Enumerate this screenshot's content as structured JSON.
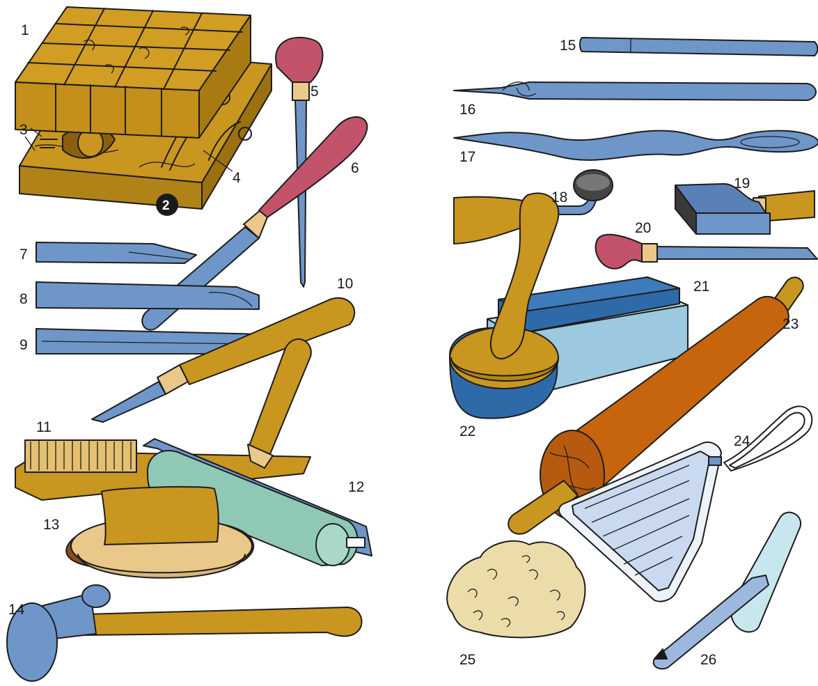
{
  "colors": {
    "wood": "#c9961f",
    "wood_dark": "#a57a14",
    "steel": "#6f96c9",
    "steel_light": "#9db8de",
    "handle_red": "#c2536a",
    "roller_teal": "#8fc9b5",
    "rolling_pin": "#c7650f",
    "stone_blue": "#2f6aa8",
    "stone_light": "#9cc9e0",
    "leather": "#e9c88a",
    "fibre": "#ecdcaa"
  },
  "labels": {
    "n1": "1",
    "n2": "2",
    "n3": "3",
    "n4": "4",
    "n5": "5",
    "n6": "6",
    "n7": "7",
    "n8": "8",
    "n9": "9",
    "n10": "10",
    "n11": "11",
    "n12": "12",
    "n13": "13",
    "n14": "14",
    "n15": "15",
    "n16": "16",
    "n17": "17",
    "n18": "18",
    "n19": "19",
    "n20": "20",
    "n21": "21",
    "n22": "22",
    "n23": "23",
    "n24": "24",
    "n25": "25",
    "n26": "26"
  }
}
